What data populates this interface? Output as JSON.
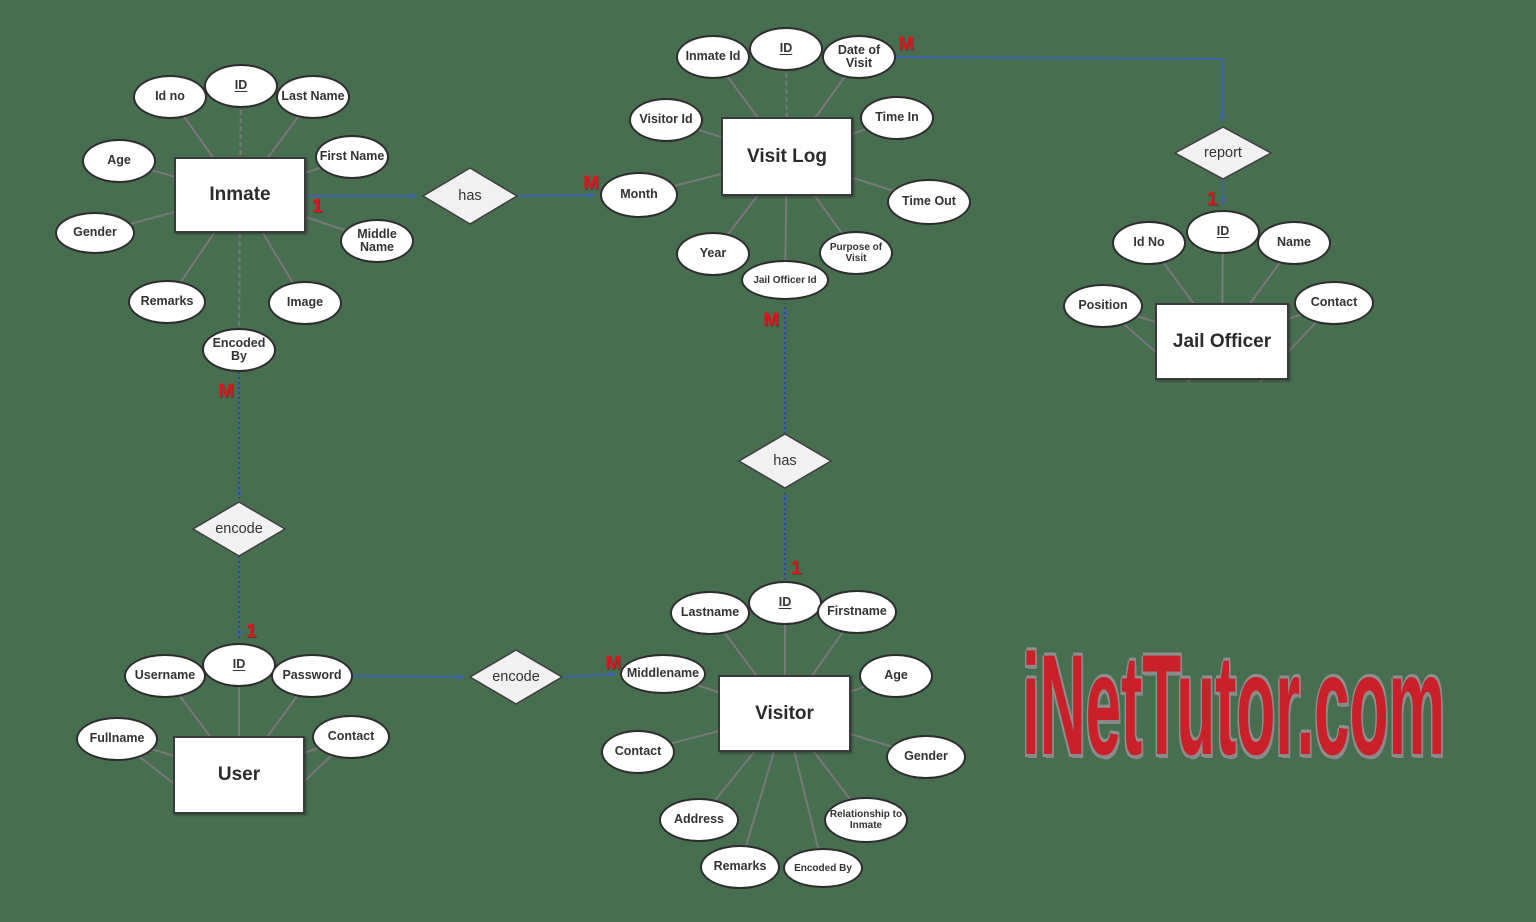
{
  "watermark": {
    "text": "iNetTutor.com",
    "color": "#C9202A"
  },
  "colors": {
    "background": "#486E50",
    "relationship_line": "#3E63A8",
    "attribute_line": "#787878",
    "cardinality_red": "#E8111C",
    "shape_fill": "#FFFFFF",
    "shape_border": "#2D2D2D",
    "diamond_fill": "#F1F1F1"
  },
  "entities": {
    "inmate": {
      "label": "Inmate",
      "attributes": [
        {
          "label": "Id no",
          "key": false
        },
        {
          "label": "ID",
          "key": true
        },
        {
          "label": "Last Name",
          "key": false
        },
        {
          "label": "First Name",
          "key": false
        },
        {
          "label": "Age",
          "key": false
        },
        {
          "label": "Gender",
          "key": false
        },
        {
          "label": "Middle Name",
          "key": false
        },
        {
          "label": "Remarks",
          "key": false
        },
        {
          "label": "Image",
          "key": false
        },
        {
          "label": "Encoded By",
          "key": false
        }
      ]
    },
    "visit_log": {
      "label": "Visit Log",
      "attributes": [
        {
          "label": "Inmate Id",
          "key": false
        },
        {
          "label": "ID",
          "key": true
        },
        {
          "label": "Date of Visit",
          "key": false
        },
        {
          "label": "Time In",
          "key": false
        },
        {
          "label": "Visitor Id",
          "key": false
        },
        {
          "label": "Month",
          "key": false
        },
        {
          "label": "Time Out",
          "key": false
        },
        {
          "label": "Year",
          "key": false
        },
        {
          "label": "Purpose of Visit",
          "key": false
        },
        {
          "label": "Jail Officer Id",
          "key": false
        }
      ]
    },
    "jail_officer": {
      "label": "Jail Officer",
      "attributes": [
        {
          "label": "Id No",
          "key": false
        },
        {
          "label": "ID",
          "key": true
        },
        {
          "label": "Name",
          "key": false
        },
        {
          "label": "Position",
          "key": false
        },
        {
          "label": "Contact",
          "key": false
        }
      ]
    },
    "user": {
      "label": "User",
      "attributes": [
        {
          "label": "Username",
          "key": false
        },
        {
          "label": "ID",
          "key": true
        },
        {
          "label": "Password",
          "key": false
        },
        {
          "label": "Fullname",
          "key": false
        },
        {
          "label": "Contact",
          "key": false
        }
      ]
    },
    "visitor": {
      "label": "Visitor",
      "attributes": [
        {
          "label": "Lastname",
          "key": false
        },
        {
          "label": "ID",
          "key": true
        },
        {
          "label": "Firstname",
          "key": false
        },
        {
          "label": "Middlename",
          "key": false
        },
        {
          "label": "Age",
          "key": false
        },
        {
          "label": "Contact",
          "key": false
        },
        {
          "label": "Gender",
          "key": false
        },
        {
          "label": "Address",
          "key": false
        },
        {
          "label": "Relationship to Inmate",
          "key": false
        },
        {
          "label": "Remarks",
          "key": false
        },
        {
          "label": "Encoded By",
          "key": false
        }
      ]
    }
  },
  "relationships": [
    {
      "label": "has"
    },
    {
      "label": "report"
    },
    {
      "label": "encode"
    },
    {
      "label": "encode"
    },
    {
      "label": "has"
    }
  ],
  "cardinalities": [
    {
      "label": "1"
    },
    {
      "label": "M"
    },
    {
      "label": "M"
    },
    {
      "label": "1"
    },
    {
      "label": "M"
    },
    {
      "label": "1"
    },
    {
      "label": "M"
    },
    {
      "label": "1"
    },
    {
      "label": "M"
    }
  ]
}
